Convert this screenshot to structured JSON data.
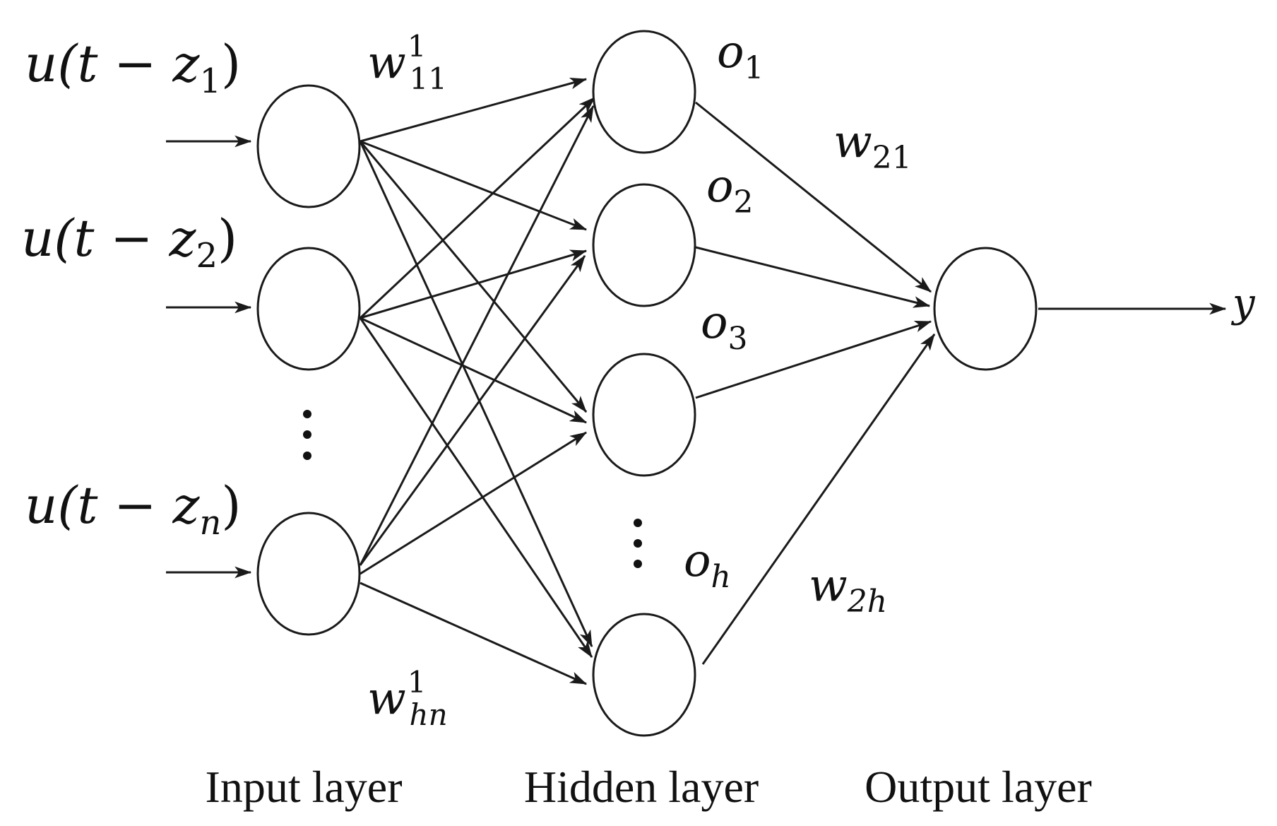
{
  "inputs": [
    {
      "label_main": "u(t − z",
      "subscript": "1",
      "close": ")"
    },
    {
      "label_main": "u(t − z",
      "subscript": "2",
      "close": ")"
    },
    {
      "label_main": "u(t − z",
      "subscript": "n",
      "close": ")"
    }
  ],
  "hidden_outputs": [
    {
      "base": "o",
      "subscript": "1"
    },
    {
      "base": "o",
      "subscript": "2"
    },
    {
      "base": "o",
      "subscript": "3"
    },
    {
      "base": "o",
      "subscript": "h"
    }
  ],
  "weights": {
    "w11": {
      "base": "w",
      "superscript": "1",
      "subscript": "11"
    },
    "whn": {
      "base": "w",
      "superscript": "1",
      "subscript": "hn"
    },
    "w21": {
      "base": "w",
      "subscript": "21"
    },
    "w2h": {
      "base": "w",
      "subscript": "2h"
    }
  },
  "output": {
    "label": "y"
  },
  "layers": {
    "input": "Input layer",
    "hidden": "Hidden layer",
    "output": "Output layer"
  }
}
